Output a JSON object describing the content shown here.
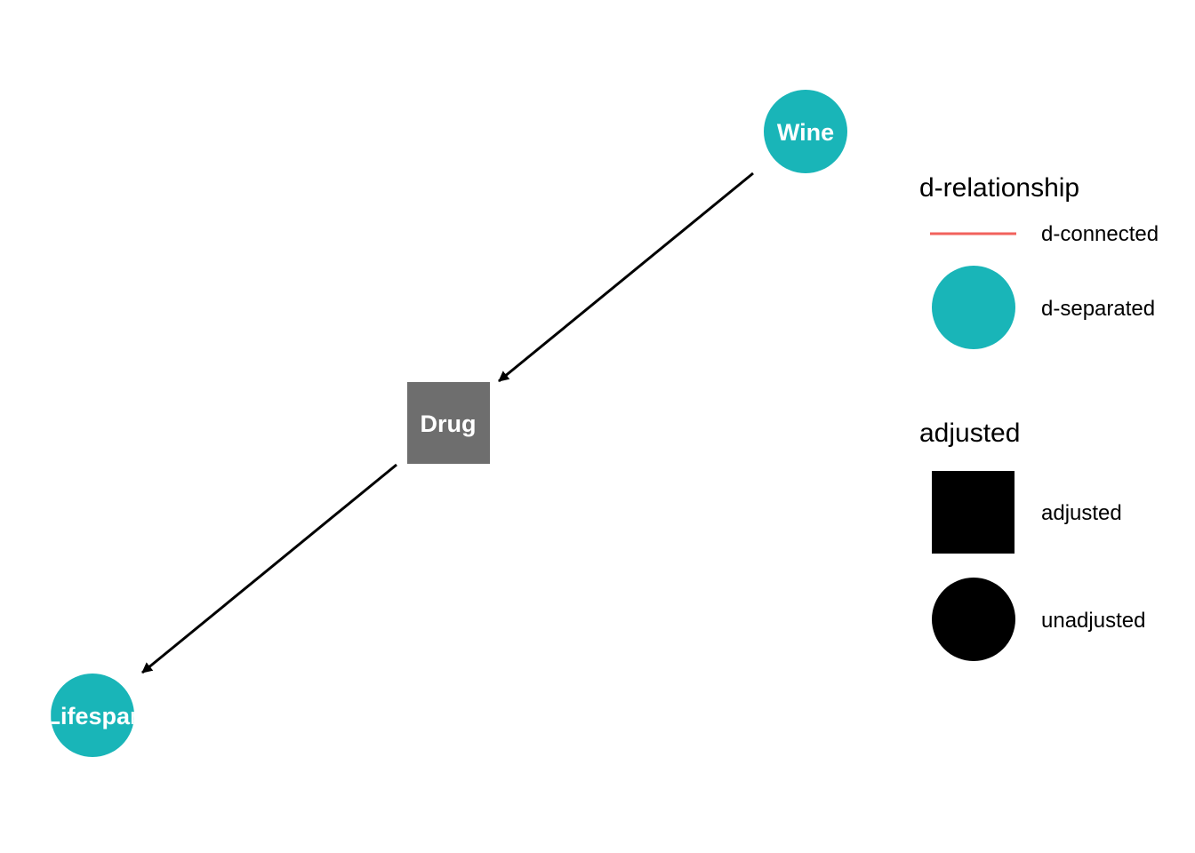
{
  "colors": {
    "d_separated": "#19B5B8",
    "d_connected": "#F2625C",
    "adjusted_node": "#6E6E6E",
    "edge": "#000000",
    "background": "#FFFFFF"
  },
  "nodes": {
    "wine": {
      "label": "Wine",
      "status": "d-separated",
      "adjusted": "unadjusted"
    },
    "drug": {
      "label": "Drug",
      "status": "adjusted",
      "adjusted": "adjusted"
    },
    "lifespan": {
      "label": "Lifespan",
      "status": "d-separated",
      "adjusted": "unadjusted"
    }
  },
  "edges": [
    {
      "from": "Wine",
      "to": "Drug"
    },
    {
      "from": "Drug",
      "to": "Lifespan"
    }
  ],
  "legend": {
    "d_relationship": {
      "title": "d-relationship",
      "items": [
        {
          "label": "d-connected",
          "symbol": "line"
        },
        {
          "label": "d-separated",
          "symbol": "circle"
        }
      ]
    },
    "adjusted": {
      "title": "adjusted",
      "items": [
        {
          "label": "adjusted",
          "symbol": "square"
        },
        {
          "label": "unadjusted",
          "symbol": "circle"
        }
      ]
    }
  }
}
